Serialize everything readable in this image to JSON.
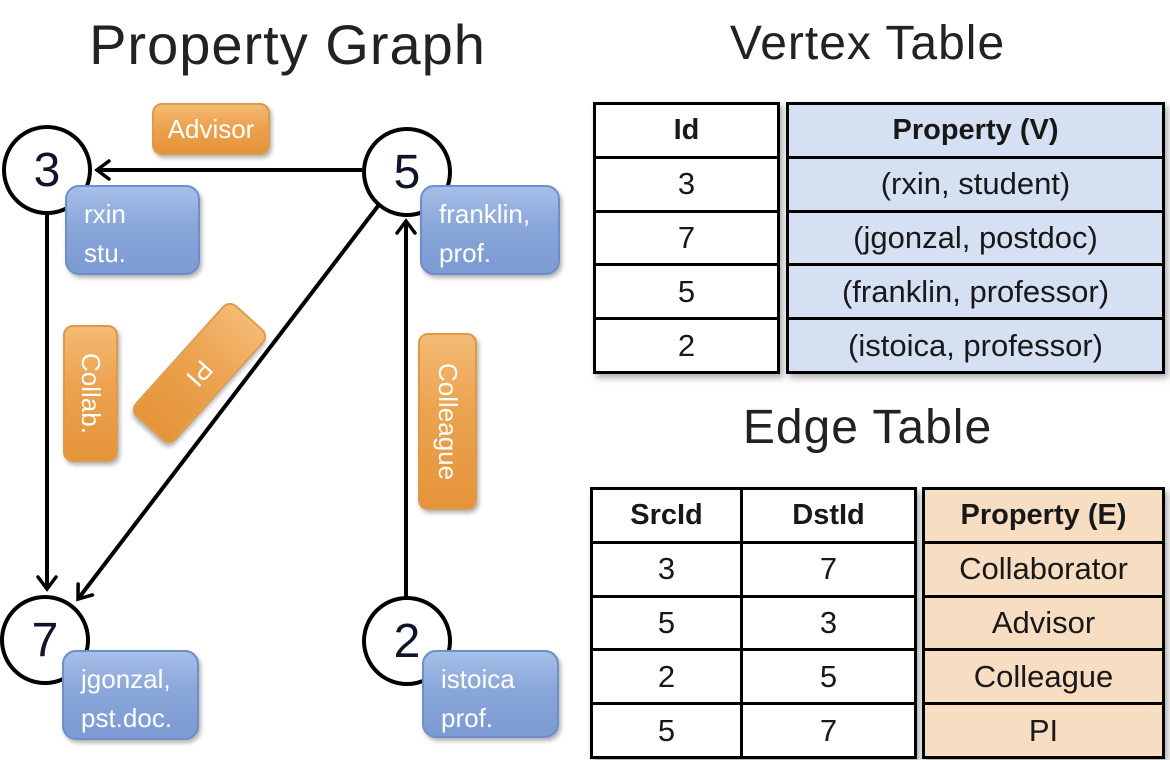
{
  "graph": {
    "title": "Property Graph",
    "nodes": [
      {
        "id": "3",
        "property_lines": [
          "rxin",
          "stu."
        ]
      },
      {
        "id": "5",
        "property_lines": [
          "franklin,",
          "prof."
        ]
      },
      {
        "id": "7",
        "property_lines": [
          "jgonzal,",
          "pst.doc."
        ]
      },
      {
        "id": "2",
        "property_lines": [
          "istoica",
          "prof."
        ]
      }
    ],
    "edges": [
      {
        "src": "5",
        "dst": "3",
        "label": "Advisor"
      },
      {
        "src": "3",
        "dst": "7",
        "label": "Collab."
      },
      {
        "src": "5",
        "dst": "7",
        "label": "PI"
      },
      {
        "src": "2",
        "dst": "5",
        "label": "Colleague"
      }
    ]
  },
  "vertex_table": {
    "title": "Vertex Table",
    "columns": [
      "Id",
      "Property (V)"
    ],
    "rows": [
      [
        "3",
        "(rxin, student)"
      ],
      [
        "7",
        "(jgonzal, postdoc)"
      ],
      [
        "5",
        "(franklin, professor)"
      ],
      [
        "2",
        "(istoica, professor)"
      ]
    ]
  },
  "edge_table": {
    "title": "Edge Table",
    "columns": [
      "SrcId",
      "DstId",
      "Property (E)"
    ],
    "rows": [
      [
        "3",
        "7",
        "Collaborator"
      ],
      [
        "5",
        "3",
        "Advisor"
      ],
      [
        "2",
        "5",
        "Colleague"
      ],
      [
        "5",
        "7",
        "PI"
      ]
    ]
  },
  "colors": {
    "edge_label_orange": "#eca24f",
    "vertex_label_blue": "#8aa7da",
    "vertex_property_bg": "#d5e0f2",
    "edge_property_bg": "#f7ddc2",
    "line_black": "#000000"
  }
}
